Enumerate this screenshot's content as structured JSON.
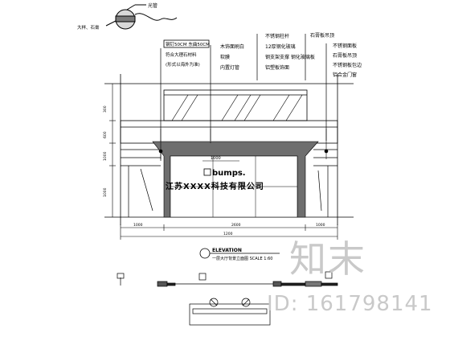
{
  "detail": {
    "top_label": "光管",
    "left_label": "大样、石膏"
  },
  "sign_spec": {
    "line1": "钢钉50CM 东曲50CM",
    "line2": "符合大理石材料",
    "line3": "(形式以海外为准)"
  },
  "notes_left": [
    "木饰面刷白",
    "软膜",
    "内置灯管"
  ],
  "notes_mid": [
    "不锈钢柱杆",
    "12厚钢化玻璃",
    "钢支架支撑 钢化玻璃板",
    "铝塑板饰面"
  ],
  "notes_right": [
    "石膏板吊顶",
    "不锈钢面板",
    "石膏板吊顶",
    "不锈钢板包边",
    "铝合金门窗"
  ],
  "logo_text": "bumps.",
  "company_name": "江苏XXXX科技有限公司",
  "small_dim": "1000",
  "side_dims": [
    "300",
    "600",
    "1000",
    "1000"
  ],
  "dims_bottom": [
    "1000",
    "2600",
    "1000"
  ],
  "dim_total": "1200",
  "title": {
    "main": "ELEVATION",
    "sub": "一层大厅背景立面图 SCALE 1:60"
  },
  "watermark": {
    "logo": "知末",
    "id": "ID: 161798141"
  }
}
